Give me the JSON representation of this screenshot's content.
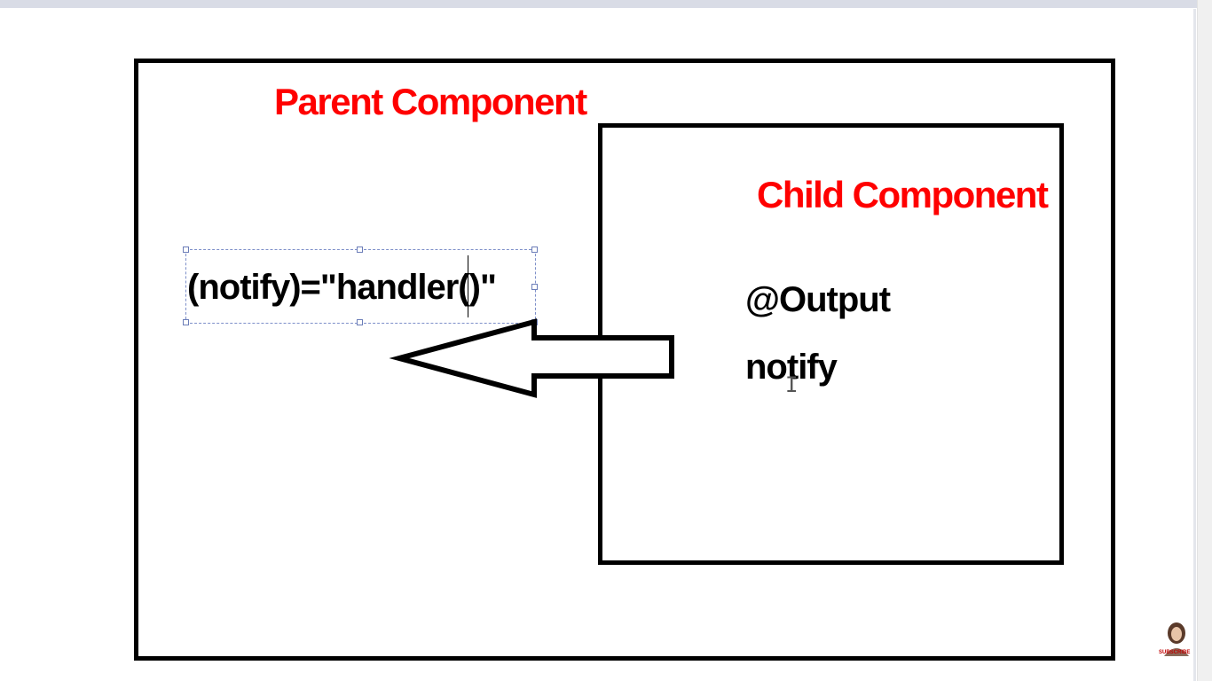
{
  "diagram": {
    "parent_title": "Parent Component",
    "child_title": "Child Component",
    "binding_expression": "(notify)=\"handler()\"",
    "output_decorator": "@Output",
    "output_name": "notify",
    "arrow_direction": "child-to-parent"
  },
  "watermark": {
    "subscribe_label": "SUBSCRIBE"
  },
  "colors": {
    "title": "#ff0000",
    "text": "#000000",
    "border": "#000000",
    "selection": "#7d8fc9"
  },
  "cursor": {
    "icon": "i-beam-cursor-icon"
  }
}
